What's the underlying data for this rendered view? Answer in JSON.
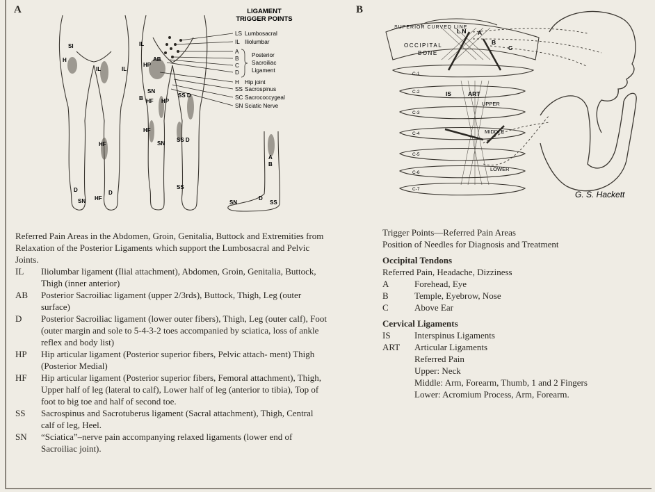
{
  "panel_a": {
    "letter": "A",
    "trigger_title_line1": "LIGAMENT",
    "trigger_title_line2": "TRIGGER POINTS",
    "trigger_points": [
      {
        "code": "LS",
        "name": "Lumbosacral"
      },
      {
        "code": "IL",
        "name": "Iliolumbar"
      },
      {
        "code": "A",
        "name": ""
      },
      {
        "code": "B",
        "name": ""
      },
      {
        "code": "C",
        "name": ""
      },
      {
        "code": "D",
        "name": ""
      },
      {
        "code": "H",
        "name": "Hip joint"
      },
      {
        "code": "SS",
        "name": "Sacrospinus"
      },
      {
        "code": "SC",
        "name": "Sacrococcygeal"
      },
      {
        "code": "SN",
        "name": "Sciatic Nerve"
      }
    ],
    "brace_label_1": "Posterior",
    "brace_label_2": "Sacroiliac",
    "brace_label_3": "Ligament",
    "figure_labels": {
      "si": "SI",
      "h": "H",
      "il_front": "IL",
      "il_left": "IL",
      "il_back": "IL",
      "ab": "AB",
      "hp": "HP",
      "sn_top": "SN",
      "b": "B",
      "hf": "HF",
      "hp2": "HP",
      "ss_d": "SS D",
      "hf_back": "HF",
      "sn_back": "SN",
      "ss_d2": "SS D",
      "ss": "SS",
      "hf_front": "HF",
      "d_front": "D",
      "sn_front": "SN",
      "hf_foot": "HF",
      "d_foot": "D",
      "a_side": "A",
      "b_side": "B",
      "sn_side": "SN",
      "d_side": "D",
      "ss_side": "SS"
    },
    "caption": "Referred Pain Areas in the Abdomen, Groin, Genitalia, Buttock and Extremities from Relaxation of the Posterior Ligaments which support the Lumbosacral and Pelvic Joints.",
    "legend": [
      {
        "code": "IL",
        "desc": "Iliolumbar ligament (Ilial attachment), Abdomen, Groin, Genitalia, Buttock, Thigh (inner anterior)"
      },
      {
        "code": "AB",
        "desc": "Posterior Sacroiliac ligament (upper 2/3rds), Buttock, Thigh, Leg (outer surface)"
      },
      {
        "code": "D",
        "desc": "Posterior Sacroiliac ligament (lower outer fibers), Thigh, Leg (outer calf), Foot (outer margin and sole to 5-4-3-2 toes accompanied by sciatica, loss of ankle reflex and body list)"
      },
      {
        "code": "HP",
        "desc": "Hip articular ligament (Posterior superior fibers, Pelvic attach- ment) Thigh (Posterior Medial)"
      },
      {
        "code": "HF",
        "desc": "Hip articular ligament (Posterior superior fibers, Femoral attachment), Thigh, Upper half of leg (lateral to calf), Lower half of leg (anterior to tibia), Top of foot to big toe and half of second toe."
      },
      {
        "code": "SS",
        "desc": "Sacrospinus and Sacrotuberus ligament (Sacral attachment), Thigh, Central calf of leg, Heel."
      },
      {
        "code": "SN",
        "desc": "“Sciatica”–nerve pain accompanying relaxed ligaments (lower end of Sacroiliac joint)."
      }
    ]
  },
  "panel_b": {
    "letter": "B",
    "labels": {
      "superior_curved_line": "SUPERIOR CURVED LINE",
      "occipital": "OCCIPITAL",
      "bone": "BONE",
      "ln": "L N",
      "a": "A",
      "b": "B",
      "c": "C",
      "c1": "C-1",
      "c2": "C-2",
      "c3": "C-3",
      "c4": "C-4",
      "c5": "C-5",
      "c6": "C-6",
      "c7": "C-7",
      "is": "IS",
      "art": "ART",
      "upper": "UPPER",
      "middle": "MIDDLE",
      "lower": "LOWER",
      "signature": "G. S. Hackett"
    },
    "caption_line1": "Trigger Points—Referred Pain Areas",
    "caption_line2": "Position of Needles for Diagnosis and Treatment",
    "occipital_heading": "Occipital Tendons",
    "occipital_sub": "Referred Pain, Headache, Dizziness",
    "occipital_items": [
      {
        "code": "A",
        "desc": "Forehead, Eye"
      },
      {
        "code": "B",
        "desc": "Temple, Eyebrow, Nose"
      },
      {
        "code": "C",
        "desc": "Above Ear"
      }
    ],
    "cervical_heading": "Cervical Ligaments",
    "cervical_items": [
      {
        "code": "IS",
        "desc": "Interspinus Ligaments"
      },
      {
        "code": "ART",
        "desc": "Articular Ligaments"
      }
    ],
    "referred_pain_label": "Referred Pain",
    "referred_upper": "Upper: Neck",
    "referred_middle": "Middle: Arm, Forearm, Thumb, 1 and 2 Fingers",
    "referred_lower": "Lower: Acromium Process, Arm, Forearm."
  }
}
